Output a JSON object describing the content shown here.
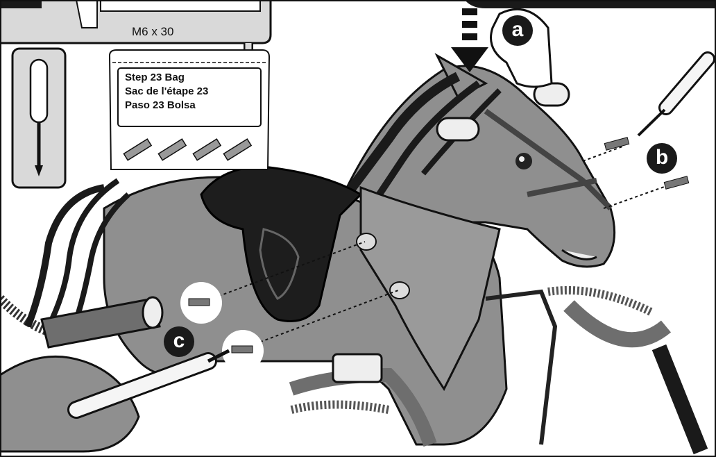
{
  "hardware": {
    "screw_spec": "M6 x 30"
  },
  "bag_label": {
    "line1": "Step 23 Bag",
    "line2": "Sac de l'étape 23",
    "line3": "Paso 23 Bolsa"
  },
  "step_markers": [
    "a",
    "b",
    "c"
  ],
  "icons": {
    "tool": "screwdriver-icon",
    "screw": "screw-icon",
    "press": "press-down-arrow-icon"
  },
  "colors": {
    "body": "#8f8f8f",
    "dark": "#1d1d1d",
    "panel": "#d9d9d9",
    "bandana": "#9a9a9a",
    "frame": "#6e6e6e"
  }
}
